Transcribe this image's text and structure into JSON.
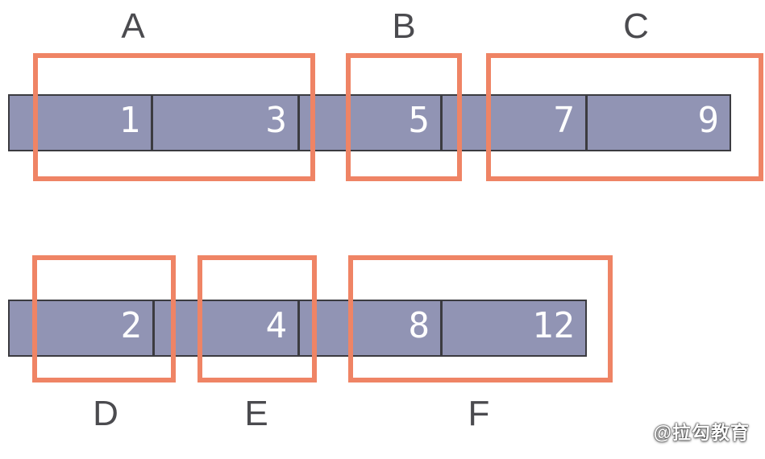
{
  "diagram": {
    "top_row": {
      "cells": [
        "1",
        "3",
        "5",
        "7",
        "9"
      ],
      "groups": [
        {
          "label": "A",
          "contains": [
            "1",
            "3"
          ]
        },
        {
          "label": "B",
          "contains": [
            "5"
          ]
        },
        {
          "label": "C",
          "contains": [
            "7",
            "9"
          ]
        }
      ]
    },
    "bottom_row": {
      "cells": [
        "2",
        "4",
        "8",
        "12"
      ],
      "groups": [
        {
          "label": "D",
          "contains": [
            "2"
          ]
        },
        {
          "label": "E",
          "contains": [
            "4"
          ]
        },
        {
          "label": "F",
          "contains": [
            "8",
            "12"
          ]
        }
      ]
    }
  },
  "watermark": "@拉勾教育",
  "colors": {
    "bar_fill": "#9194b4",
    "bar_border": "#3b3b40",
    "group_border": "#ef8465",
    "group_label": "#4b4b4f",
    "cell_number": "#ffffff"
  }
}
